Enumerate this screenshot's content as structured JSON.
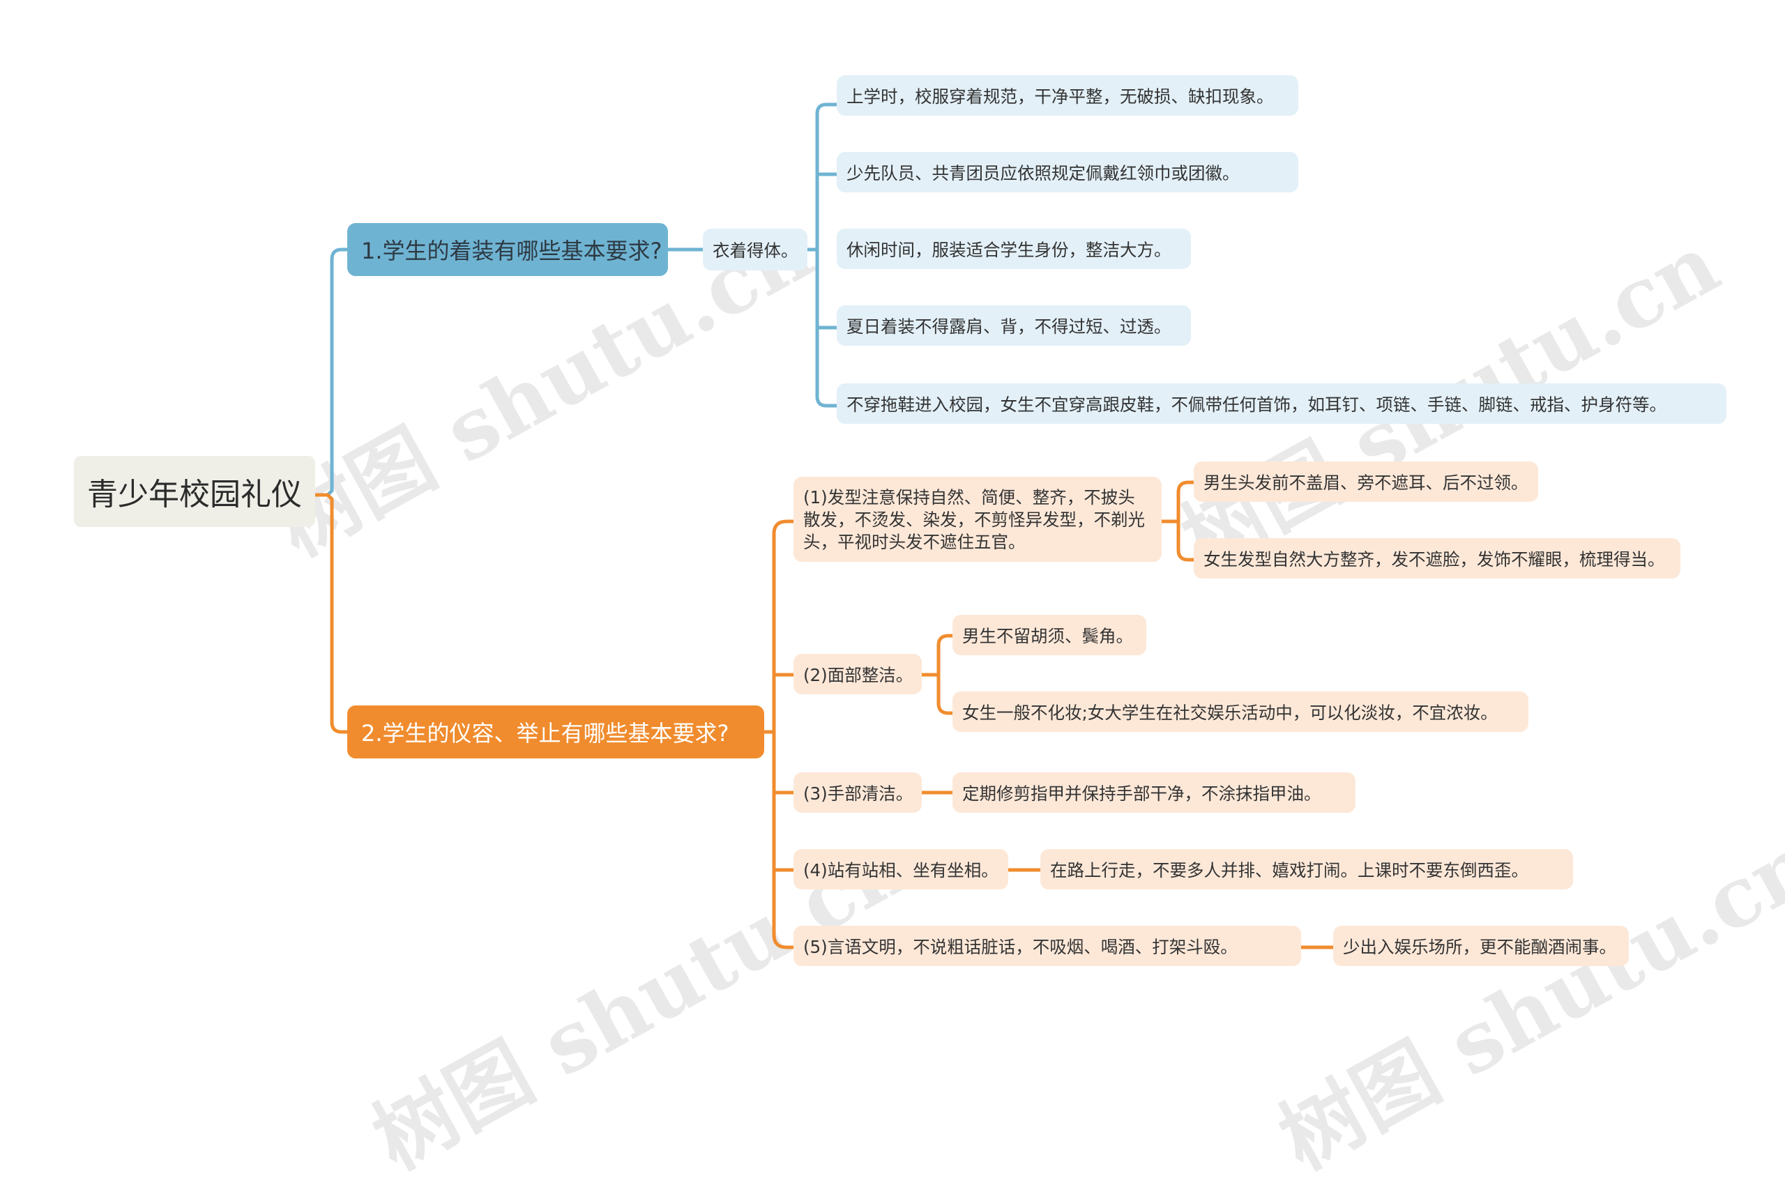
{
  "watermark": "树图 shutu.cn",
  "colors": {
    "root_bg": "#efefe8",
    "branch1": "#6fb3d2",
    "branch2": "#f08c2e",
    "blue_leaf": "#e3f0f8",
    "orange_leaf": "#fde8d8"
  },
  "root": {
    "label": "青少年校园礼仪"
  },
  "branch1": {
    "label": "1.学生的着装有哪些基本要求?",
    "child": "衣着得体。",
    "leaves": [
      "上学时，校服穿着规范，干净平整，无破损、缺扣现象。",
      "少先队员、共青团员应依照规定佩戴红领巾或团徽。",
      "休闲时间，服装适合学生身份，整洁大方。",
      "夏日着装不得露肩、背，不得过短、过透。",
      "不穿拖鞋进入校园，女生不宜穿高跟皮鞋，不佩带任何首饰，如耳钉、项链、手链、脚链、戒指、护身符等。"
    ]
  },
  "branch2": {
    "label": "2.学生的仪容、举止有哪些基本要求?",
    "items": [
      {
        "label": "(1)发型注意保持自然、简便、整齐，不披头散发，不烫发、染发，不剪怪异发型，不剃光头，平视时头发不遮住五官。",
        "children": [
          "男生头发前不盖眉、旁不遮耳、后不过领。",
          "女生发型自然大方整齐，发不遮脸，发饰不耀眼，梳理得当。"
        ]
      },
      {
        "label": "(2)面部整洁。",
        "children": [
          "男生不留胡须、鬓角。",
          "女生一般不化妆;女大学生在社交娱乐活动中，可以化淡妆，不宜浓妆。"
        ]
      },
      {
        "label": "(3)手部清洁。",
        "children": [
          "定期修剪指甲并保持手部干净，不涂抹指甲油。"
        ]
      },
      {
        "label": "(4)站有站相、坐有坐相。",
        "children": [
          "在路上行走，不要多人并排、嬉戏打闹。上课时不要东倒西歪。"
        ]
      },
      {
        "label": "(5)言语文明，不说粗话脏话，不吸烟、喝酒、打架斗殴。",
        "children": [
          "少出入娱乐场所，更不能酗酒闹事。"
        ]
      }
    ]
  }
}
